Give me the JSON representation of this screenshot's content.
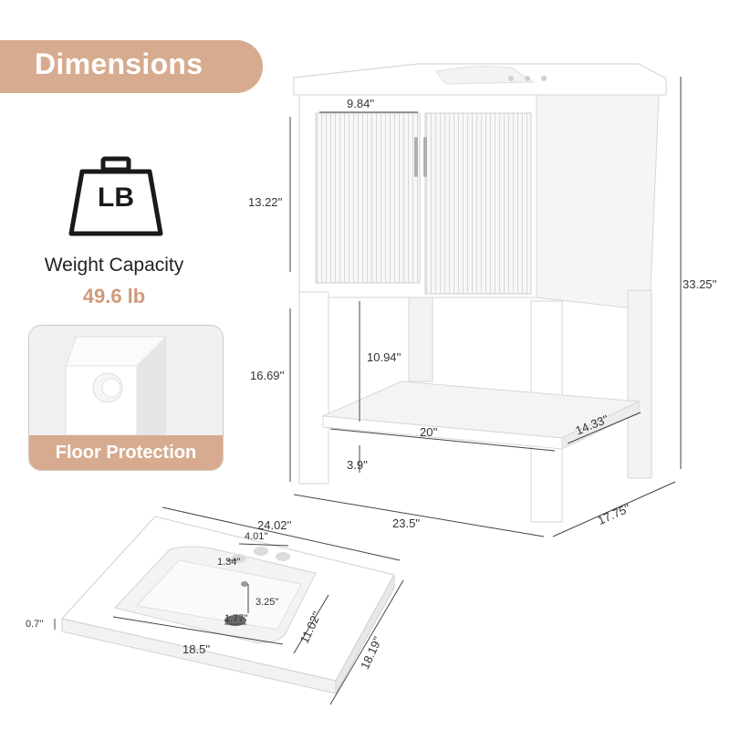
{
  "header": {
    "title": "Dimensions"
  },
  "weight": {
    "unit_icon_text": "LB",
    "label": "Weight Capacity",
    "value": "49.6 lb"
  },
  "floor_protection": {
    "label": "Floor Protection"
  },
  "vanity_dims": {
    "door_width": "9.84''",
    "cabinet_height": "13.22''",
    "total_height": "33.25''",
    "leg_height": "16.69''",
    "shelf_clearance": "10.94''",
    "shelf_width": "20''",
    "shelf_depth": "14.33''",
    "shelf_floor_gap": "3.9''",
    "base_width": "23.5''",
    "base_depth": "17.75''"
  },
  "sink_dims": {
    "top_width": "24.02''",
    "faucet_spread": "4.01''",
    "hole_offset": "1.34''",
    "drain_depth": "3.25''",
    "drain_diameter": "1.77''",
    "thickness": "0.7''",
    "bowl_width": "18.5''",
    "bowl_depth": "11.02''",
    "top_depth": "18.19''"
  },
  "colors": {
    "accent": "#d7ab8f",
    "accent_text": "#d09a7a",
    "cabinet": "#ffffff",
    "outline": "#d6d6d6"
  }
}
